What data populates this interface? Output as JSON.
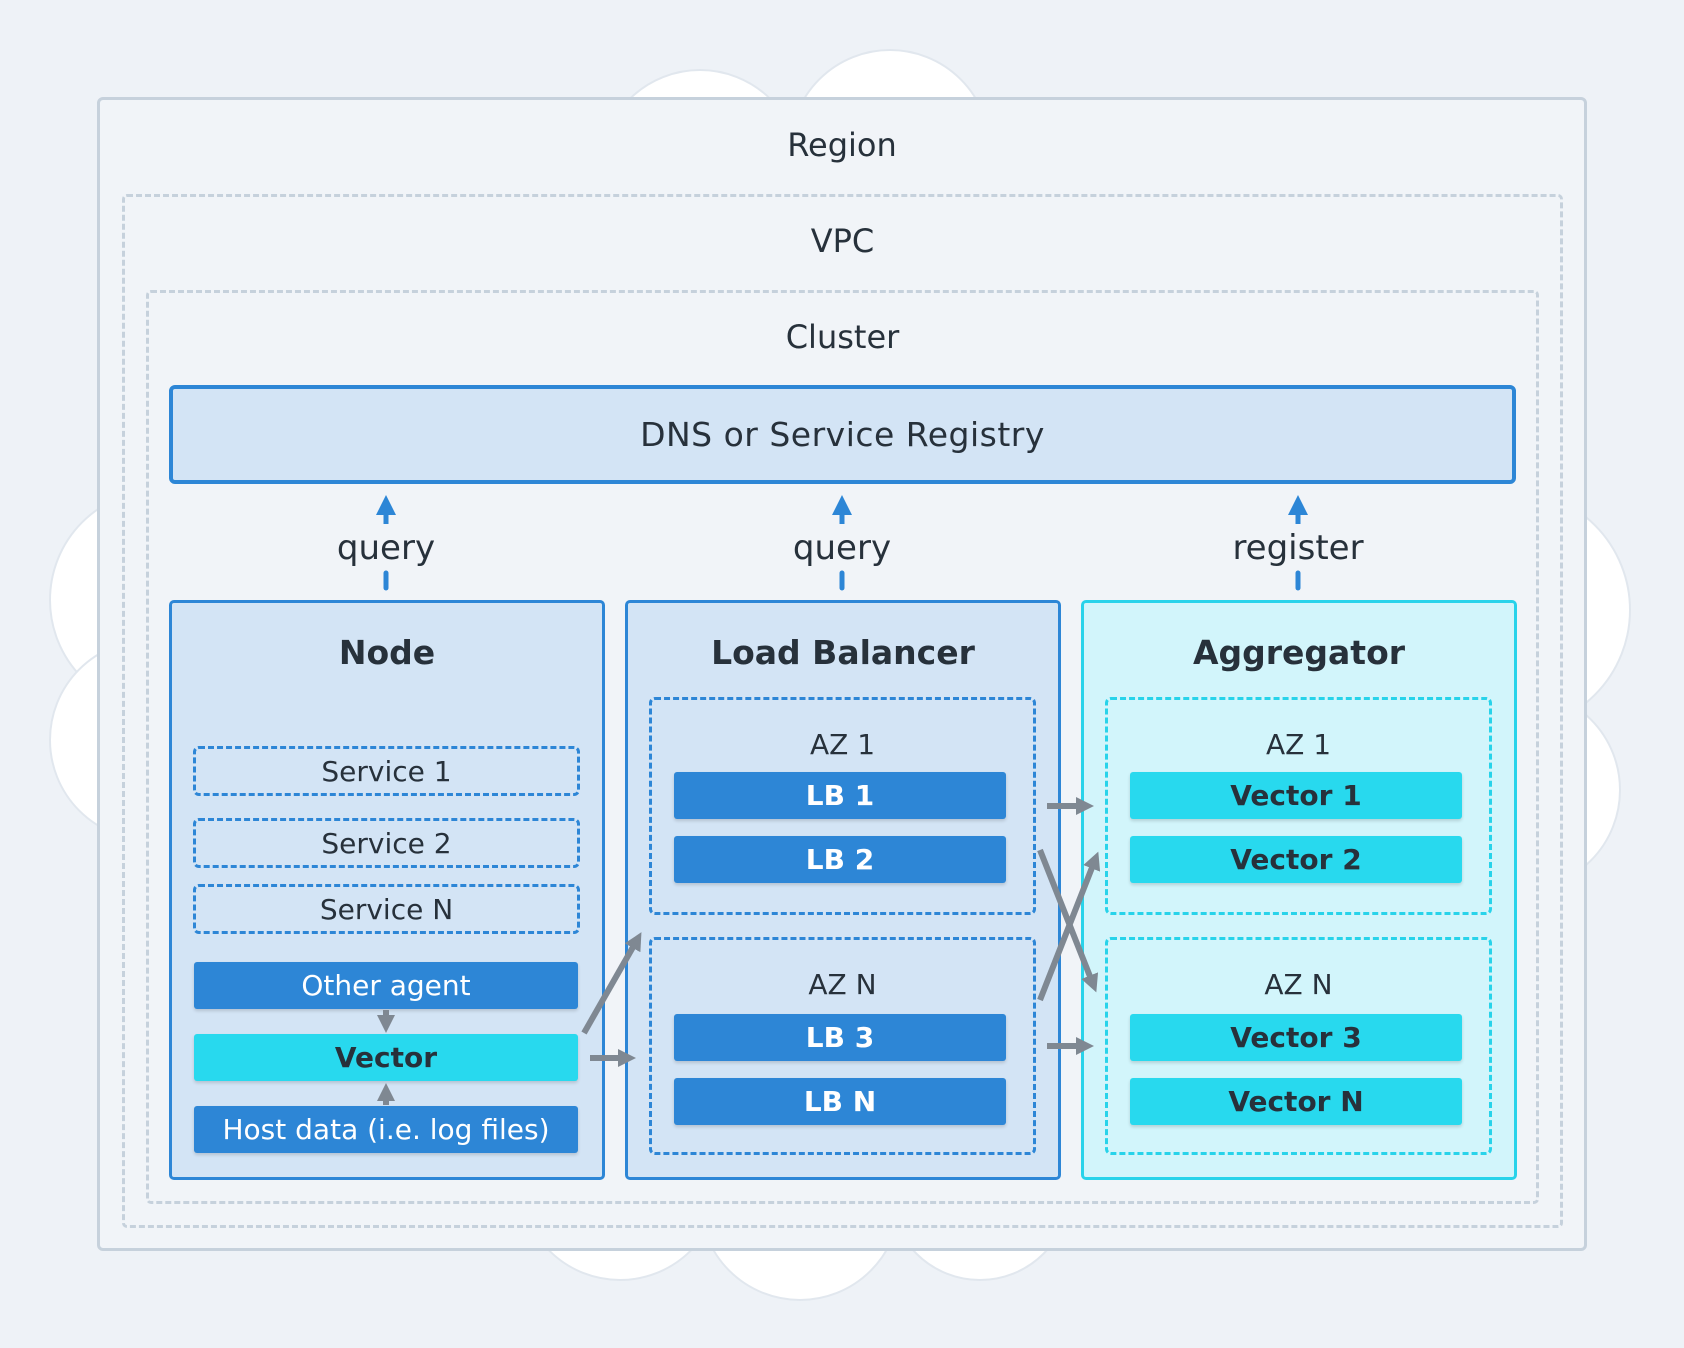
{
  "region": {
    "label": "Region"
  },
  "vpc": {
    "label": "VPC"
  },
  "cluster": {
    "label": "Cluster"
  },
  "dns": {
    "label": "DNS or Service Registry"
  },
  "links": {
    "node": "query",
    "load_balancer": "query",
    "aggregator": "register"
  },
  "node": {
    "title": "Node",
    "services": [
      "Service 1",
      "Service 2",
      "Service N"
    ],
    "other_agent": "Other agent",
    "vector": "Vector",
    "host_data": "Host data (i.e. log files)"
  },
  "load_balancer": {
    "title": "Load Balancer",
    "zones": [
      {
        "label": "AZ 1",
        "items": [
          "LB 1",
          "LB 2"
        ]
      },
      {
        "label": "AZ N",
        "items": [
          "LB 3",
          "LB N"
        ]
      }
    ]
  },
  "aggregator": {
    "title": "Aggregator",
    "zones": [
      {
        "label": "AZ 1",
        "items": [
          "Vector 1",
          "Vector 2"
        ]
      },
      {
        "label": "AZ N",
        "items": [
          "Vector 3",
          "Vector N"
        ]
      }
    ]
  },
  "colors": {
    "blue": "#2d86d6",
    "cyan": "#28d9ee",
    "arrow_gray": "#7f8892",
    "background": "#eef2f7"
  }
}
